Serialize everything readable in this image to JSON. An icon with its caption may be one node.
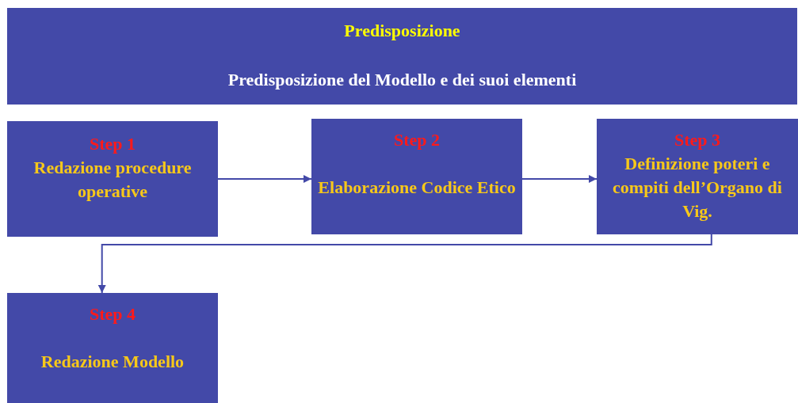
{
  "diagram": {
    "nodes": [
      {
        "text": [
          "Predisposizione",
          "Predisposizione del Modello e dei suoi elementi"
        ]
      },
      {
        "text": [
          "Step 1",
          "Redazione procedure operative"
        ]
      },
      {
        "text": [
          "Step 2",
          "Elaborazione Codice Etico"
        ]
      },
      {
        "text": [
          "Step 3",
          "Definizione poteri e compiti dell’Organo di Vig."
        ]
      },
      {
        "text": [
          "Step 4",
          "Redazione Modello"
        ]
      }
    ],
    "edges": [
      {
        "from": 1,
        "to": 2,
        "arrow": "to"
      },
      {
        "from": 2,
        "to": 3,
        "arrow": "to"
      },
      {
        "from": 3,
        "to": 4,
        "arrow": "to"
      }
    ]
  }
}
